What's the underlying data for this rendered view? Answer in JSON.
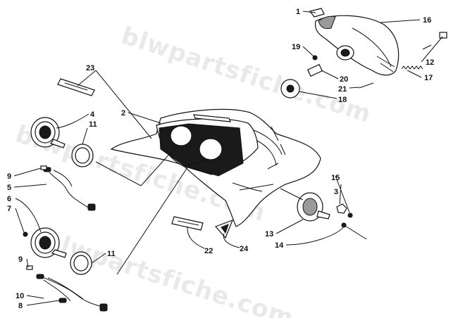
{
  "watermark": {
    "text": "blwpartsfiche.com"
  },
  "callouts": [
    {
      "id": "1",
      "label": "1"
    },
    {
      "id": "2",
      "label": "2"
    },
    {
      "id": "3",
      "label": "3"
    },
    {
      "id": "4",
      "label": "4"
    },
    {
      "id": "5",
      "label": "5"
    },
    {
      "id": "6",
      "label": "6"
    },
    {
      "id": "7",
      "label": "7"
    },
    {
      "id": "8",
      "label": "8"
    },
    {
      "id": "9a",
      "label": "9"
    },
    {
      "id": "9b",
      "label": "9"
    },
    {
      "id": "10",
      "label": "10"
    },
    {
      "id": "11a",
      "label": "11"
    },
    {
      "id": "11b",
      "label": "11"
    },
    {
      "id": "12",
      "label": "12"
    },
    {
      "id": "13",
      "label": "13"
    },
    {
      "id": "14",
      "label": "14"
    },
    {
      "id": "15",
      "label": "15"
    },
    {
      "id": "16",
      "label": "16"
    },
    {
      "id": "17",
      "label": "17"
    },
    {
      "id": "18",
      "label": "18"
    },
    {
      "id": "19",
      "label": "19"
    },
    {
      "id": "20",
      "label": "20"
    },
    {
      "id": "21",
      "label": "21"
    },
    {
      "id": "22",
      "label": "22"
    },
    {
      "id": "23",
      "label": "23"
    },
    {
      "id": "24",
      "label": "24"
    }
  ]
}
